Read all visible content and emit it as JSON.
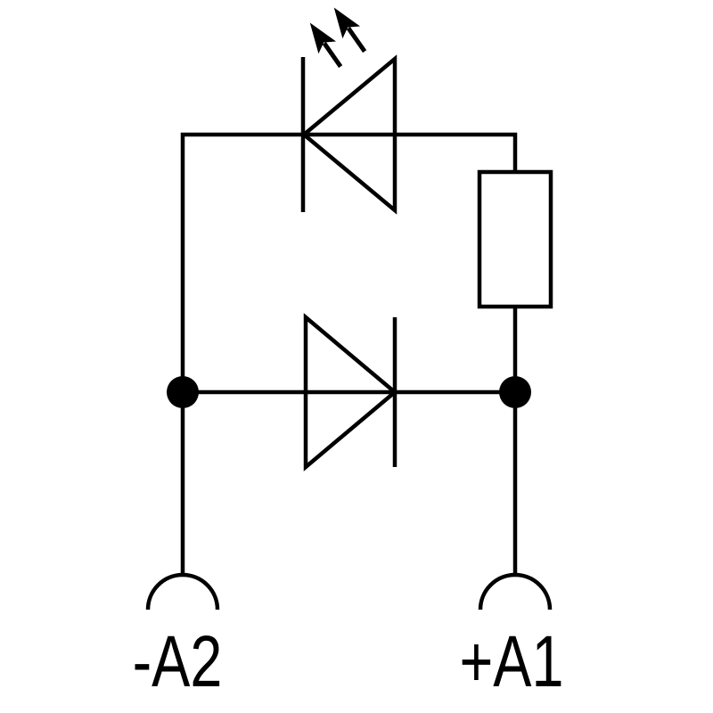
{
  "diagram": {
    "kind": "circuit-schematic",
    "description": "LED indicator circuit: LED in top branch, series resistor in right branch, reverse-protection diode across the input terminals",
    "colors": {
      "stroke": "#000000",
      "background": "#ffffff",
      "junction_fill": "#000000"
    },
    "components": {
      "led": "light-emitting-diode",
      "resistor": "resistor",
      "diode": "protection-diode",
      "junctions": "2 junction dots",
      "terminals": "2 socket terminals"
    },
    "terminals": {
      "a2": {
        "label": "-A2",
        "polarity": "negative"
      },
      "a1": {
        "label": "+A1",
        "polarity": "positive"
      }
    }
  }
}
